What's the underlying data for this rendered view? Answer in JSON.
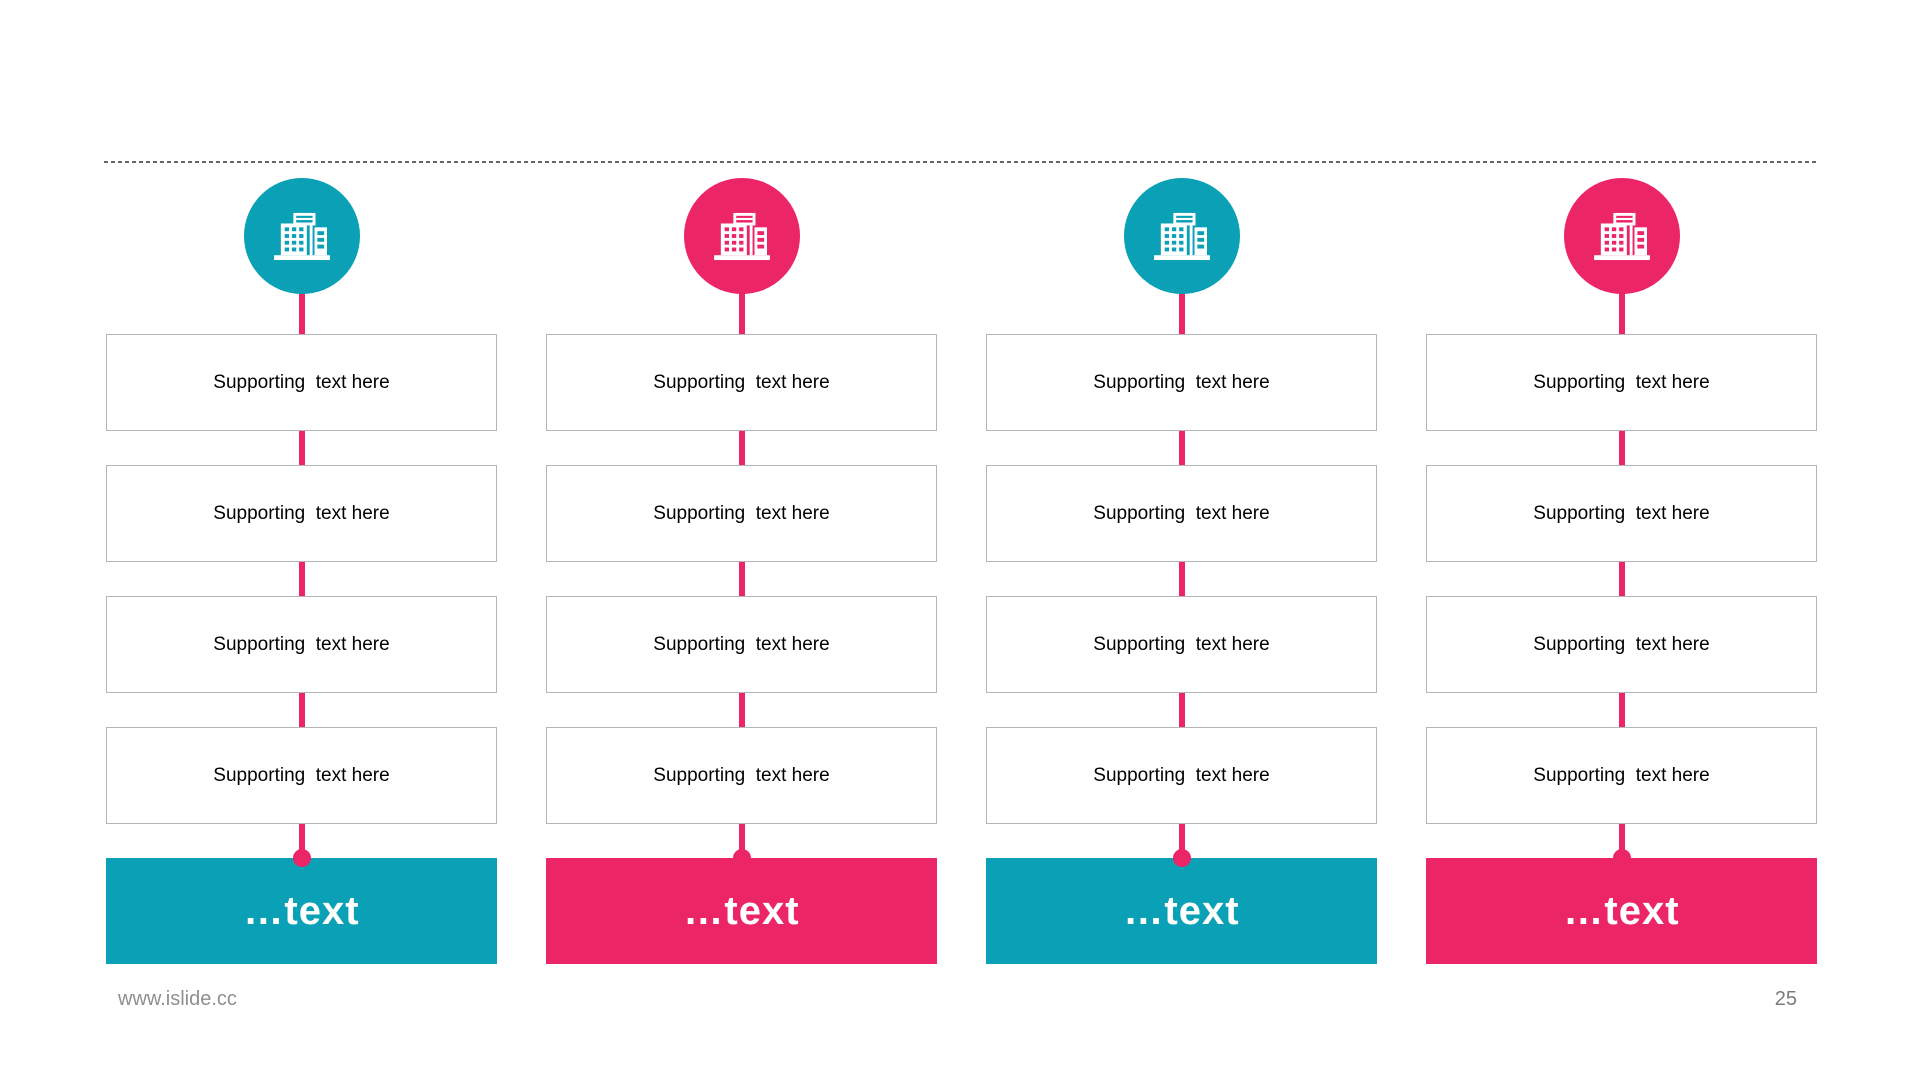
{
  "slide": {
    "footer": {
      "website": "www.islide.cc",
      "page_number": "25"
    }
  },
  "colors": {
    "teal": "#0AA0B6",
    "pink": "#EB2566",
    "connector": "#EB2566",
    "box_border": "#b5b5b5",
    "rule": "#666666"
  },
  "columns": [
    {
      "accent": "teal",
      "icon": "buildings-icon",
      "boxes": [
        "Supporting  text here",
        "Supporting  text here",
        "Supporting  text here",
        "Supporting  text here"
      ],
      "footer_label": "…text"
    },
    {
      "accent": "pink",
      "icon": "buildings-icon",
      "boxes": [
        "Supporting  text here",
        "Supporting  text here",
        "Supporting  text here",
        "Supporting  text here"
      ],
      "footer_label": "…text"
    },
    {
      "accent": "teal",
      "icon": "buildings-icon",
      "boxes": [
        "Supporting  text here",
        "Supporting  text here",
        "Supporting  text here",
        "Supporting  text here"
      ],
      "footer_label": "…text"
    },
    {
      "accent": "pink",
      "icon": "buildings-icon",
      "boxes": [
        "Supporting  text here",
        "Supporting  text here",
        "Supporting  text here",
        "Supporting  text here"
      ],
      "footer_label": "…text"
    }
  ]
}
